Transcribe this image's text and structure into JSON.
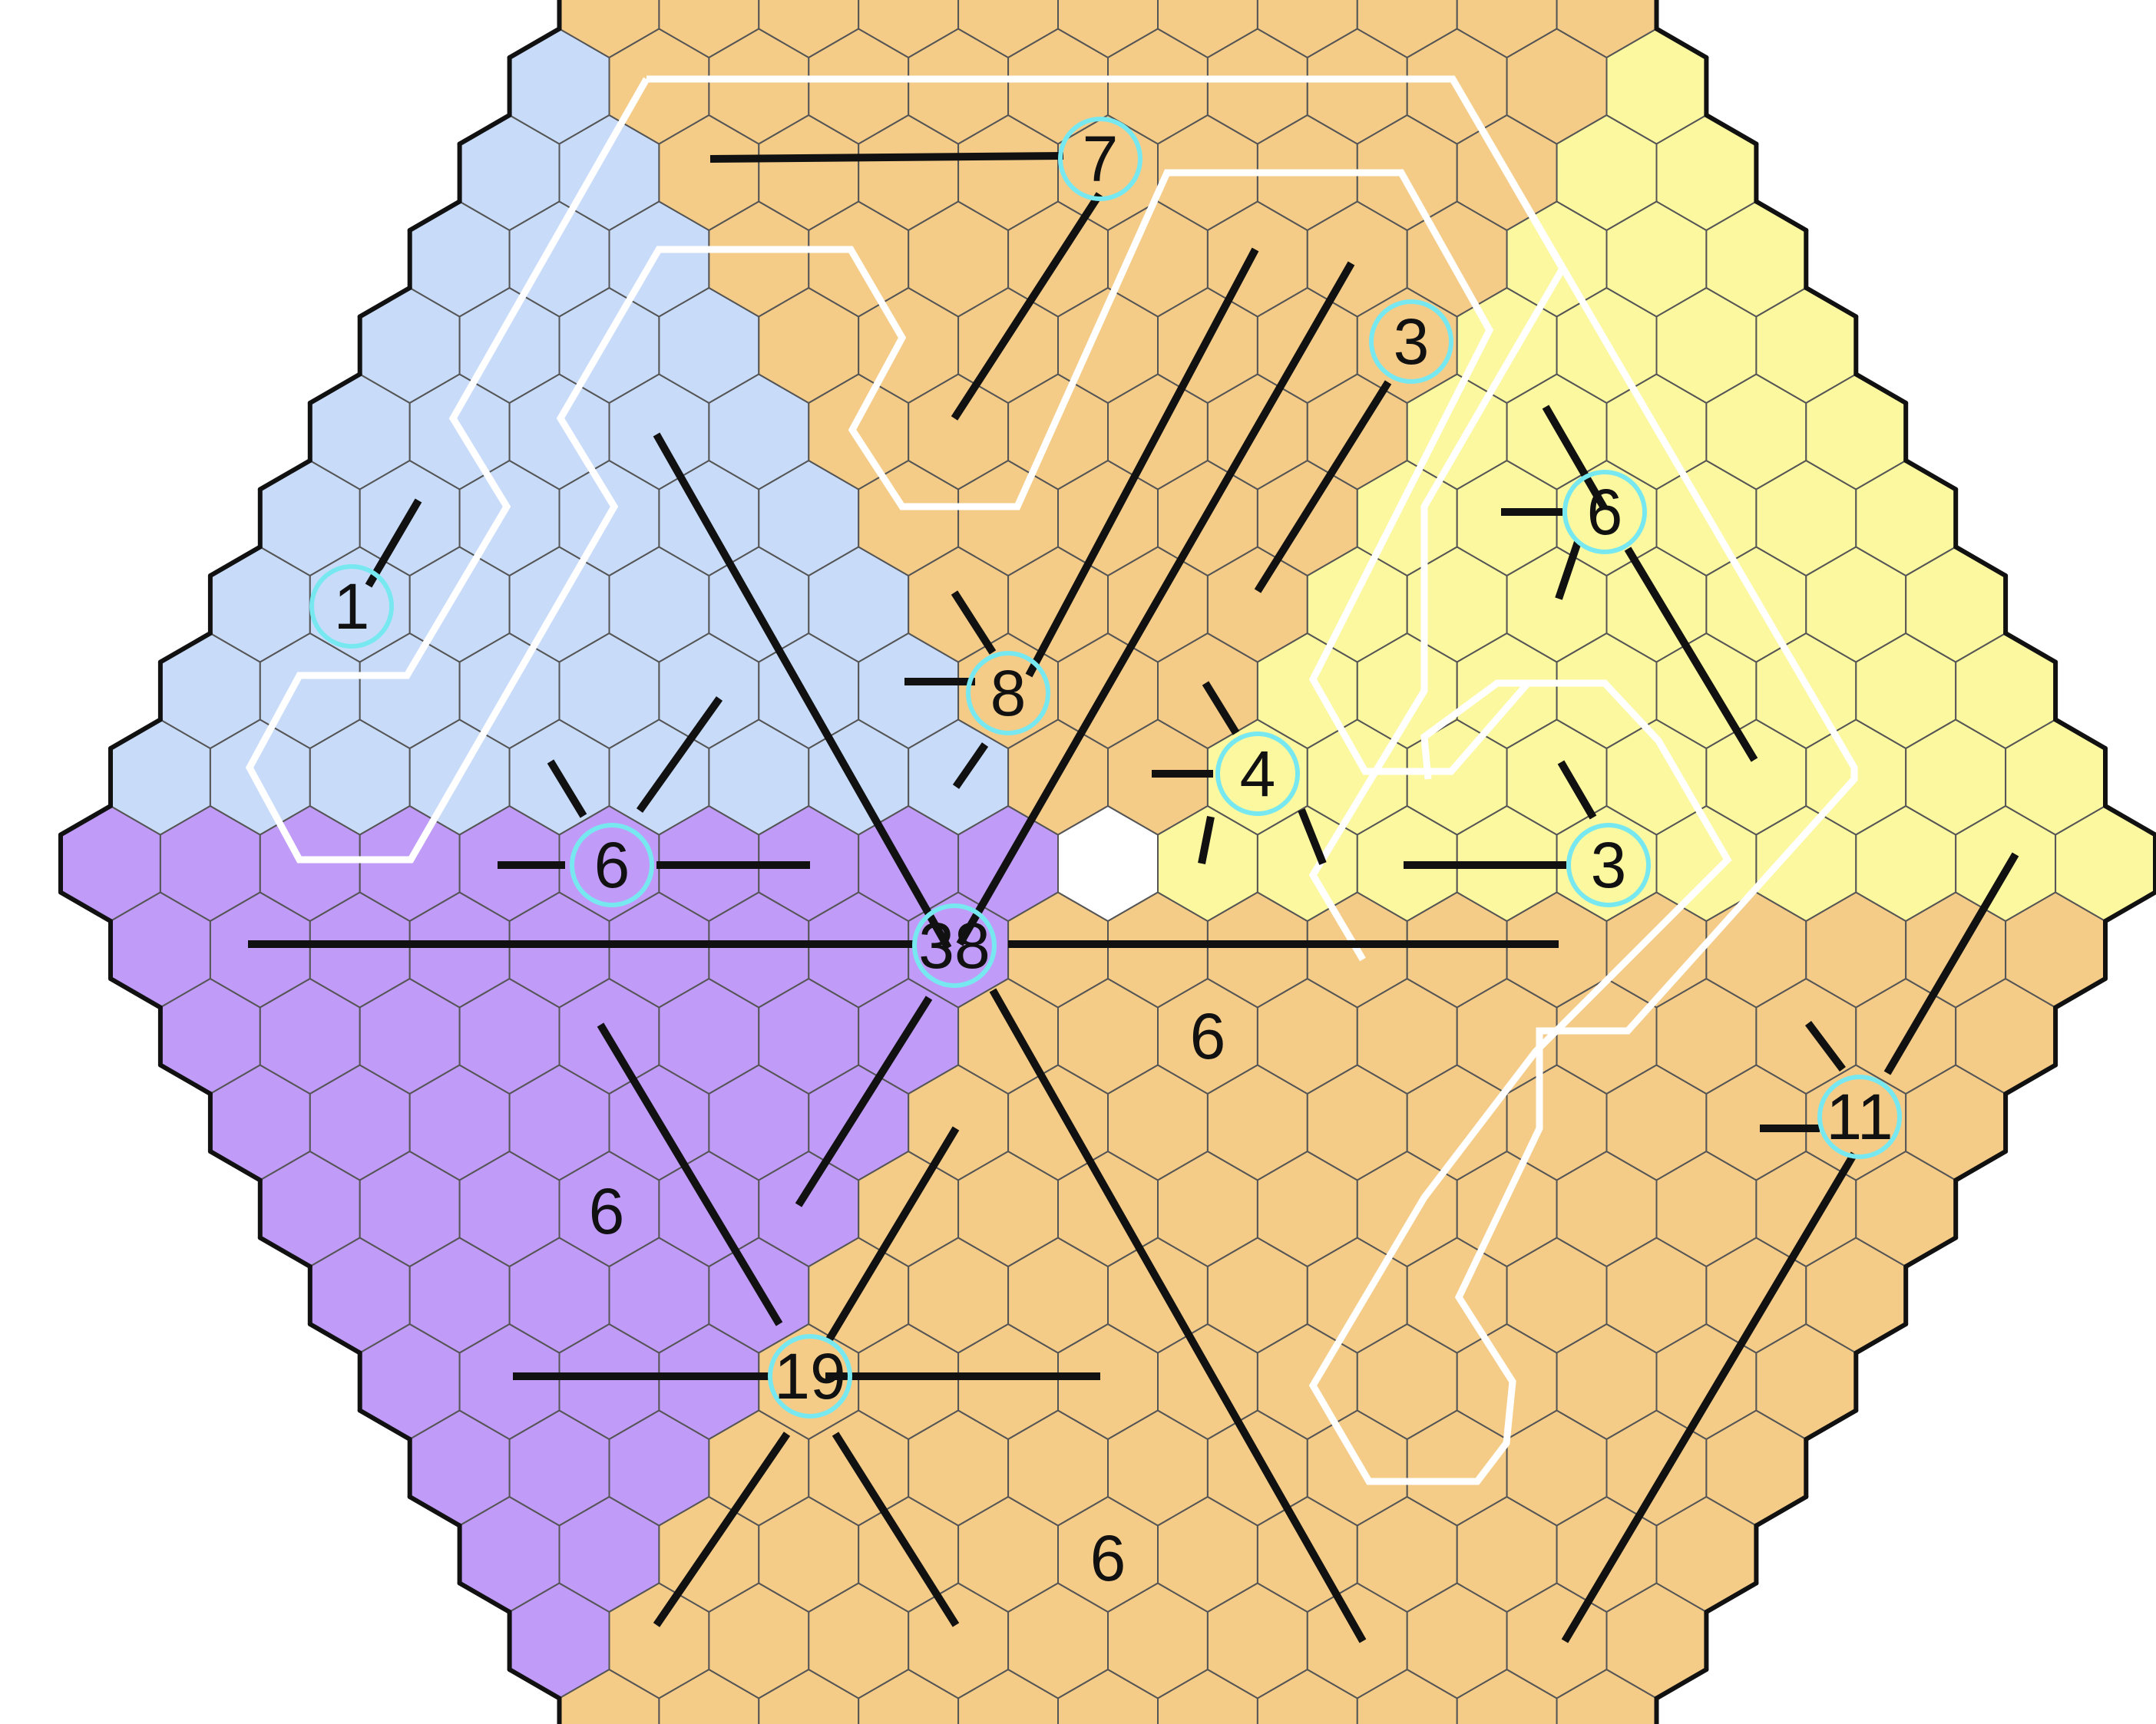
{
  "puzzle": {
    "regions": [
      {
        "name": "blue",
        "color": "#c8dcfa"
      },
      {
        "name": "green",
        "color": "#c4f8b8"
      },
      {
        "name": "yellow",
        "color": "#fcf8a0"
      },
      {
        "name": "orange",
        "color": "#f4cc88"
      },
      {
        "name": "red",
        "color": "#f0a4a0"
      },
      {
        "name": "purple",
        "color": "#c09cf8"
      }
    ],
    "cell_border_color": "#555555",
    "outer_border_color": "#111111",
    "path_color": "#ffffff",
    "segment_color": "#111111",
    "clue_ring_color": "#78e8f0",
    "clues": [
      {
        "id": "clue-7",
        "label": "7",
        "ringed": true
      },
      {
        "id": "clue-1",
        "label": "1",
        "ringed": true
      },
      {
        "id": "clue-3-green",
        "label": "3",
        "ringed": true
      },
      {
        "id": "clue-6-yellow",
        "label": "6",
        "ringed": true
      },
      {
        "id": "clue-8",
        "label": "8",
        "ringed": true
      },
      {
        "id": "clue-4",
        "label": "4",
        "ringed": true
      },
      {
        "id": "clue-6-blue",
        "label": "6",
        "ringed": true
      },
      {
        "id": "clue-3-yellow",
        "label": "3",
        "ringed": true
      },
      {
        "id": "clue-38",
        "label": "38",
        "ringed": true
      },
      {
        "id": "clue-11",
        "label": "11",
        "ringed": true
      },
      {
        "id": "clue-19",
        "label": "19",
        "ringed": true
      },
      {
        "id": "region-count-orange",
        "label": "6",
        "ringed": false
      },
      {
        "id": "region-count-purple",
        "label": "6",
        "ringed": false
      },
      {
        "id": "region-count-red",
        "label": "6",
        "ringed": false
      }
    ]
  }
}
